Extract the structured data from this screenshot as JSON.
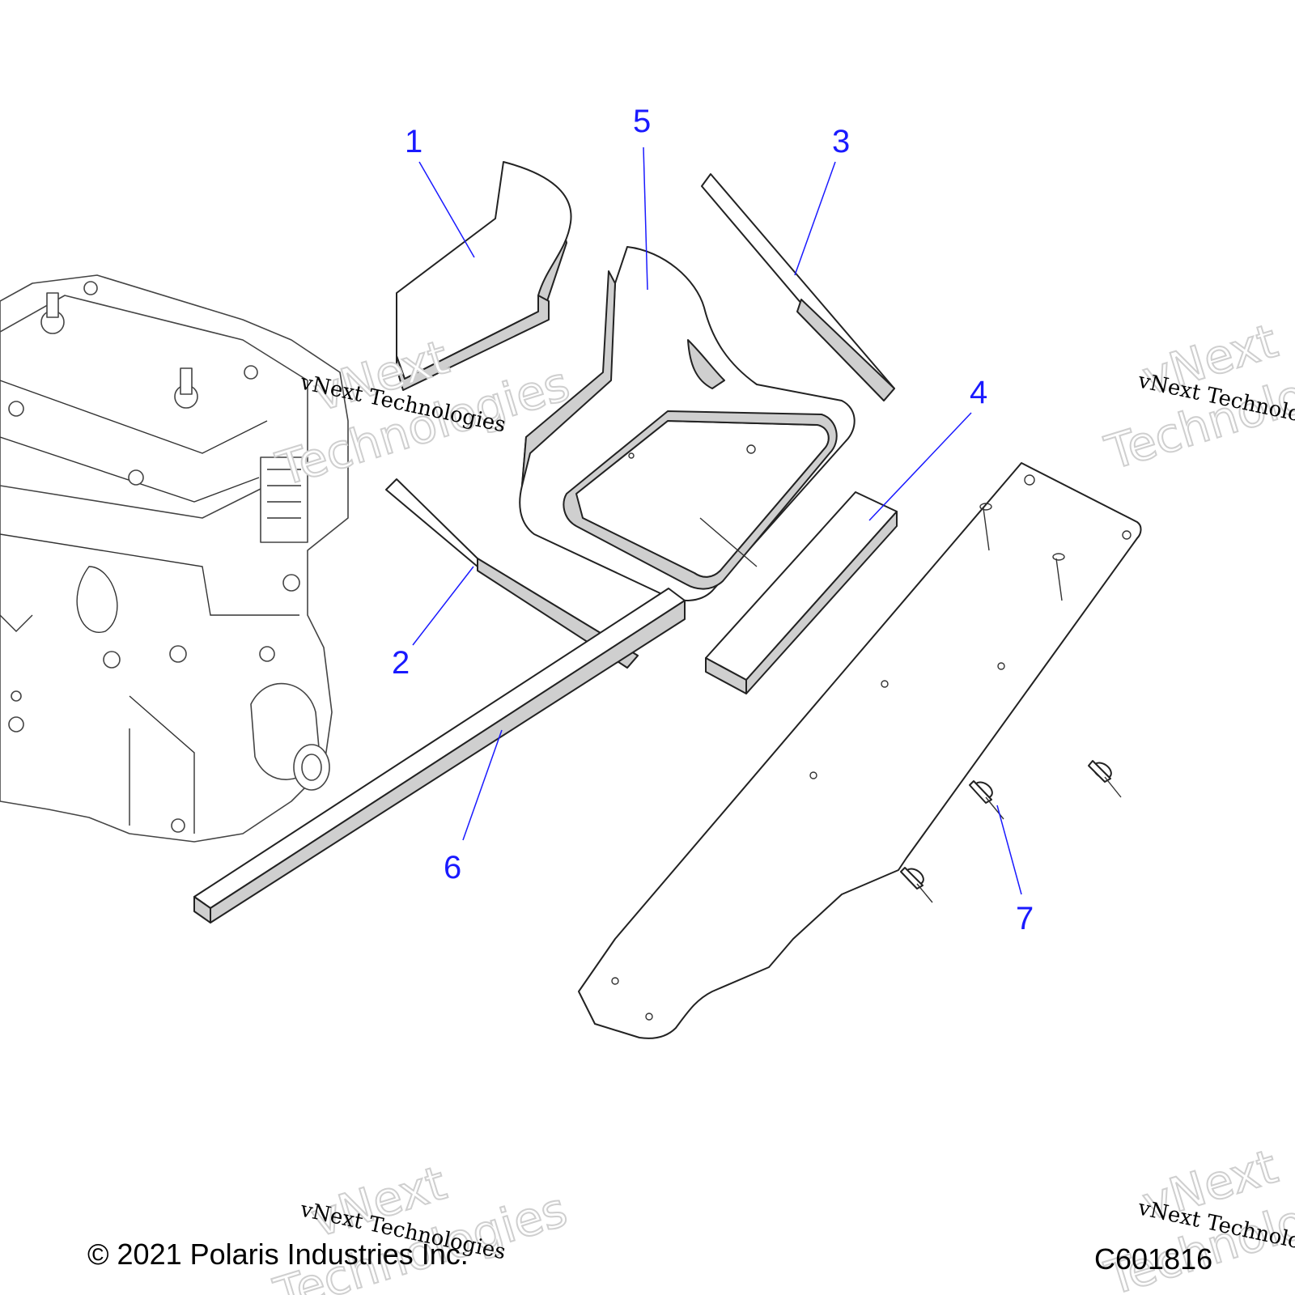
{
  "copyright": "© 2021 Polaris Industries Inc.",
  "figure_code": "C601816",
  "watermark": {
    "line1": "vNext",
    "line2": "Technologies",
    "small": "vNext Technologies"
  },
  "callouts": [
    {
      "id": "callout-1",
      "label": "1"
    },
    {
      "id": "callout-2",
      "label": "2"
    },
    {
      "id": "callout-3",
      "label": "3"
    },
    {
      "id": "callout-4",
      "label": "4"
    },
    {
      "id": "callout-5",
      "label": "5"
    },
    {
      "id": "callout-6",
      "label": "6"
    },
    {
      "id": "callout-7",
      "label": "7"
    }
  ],
  "colors": {
    "callout": "#1a1aff",
    "part_shade": "#cfcfcf"
  }
}
